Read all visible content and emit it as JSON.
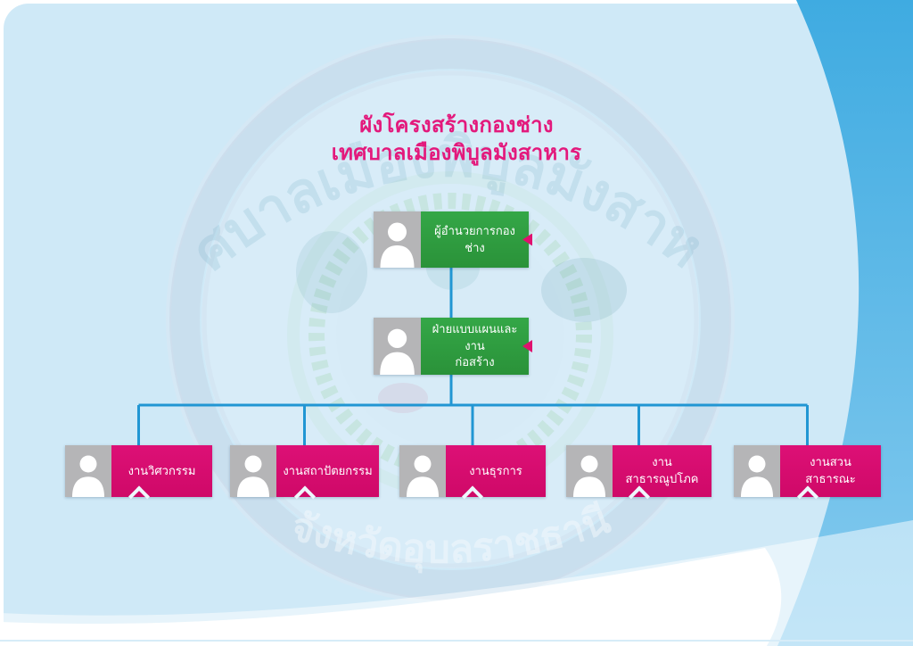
{
  "title": {
    "line1": "ผังโครงสร้างกองช่าง",
    "line2": "เทศบาลเมืองพิบูลมังสาหาร"
  },
  "org_chart": {
    "director": {
      "label": "ผู้อำนวยการกองช่าง"
    },
    "department": {
      "label": "ฝ่ายแบบแผนและงานก่อสร้าง",
      "label_line1": "ฝ่ายแบบแผนและงาน",
      "label_line2": "ก่อสร้าง"
    },
    "sections": [
      {
        "label": "งานวิศวกรรม"
      },
      {
        "label": "งานสถาปัตยกรรม"
      },
      {
        "label": "งานธุรการ"
      },
      {
        "label": "งานสาธารณูปโภค"
      },
      {
        "label": "งานสวนสาธารณะ"
      }
    ]
  },
  "watermark": {
    "top_text": "เทศบาลเมืองพิบูลมังสาหาร",
    "bottom_text": "จังหวัดอุบลราชธานี"
  },
  "colors": {
    "title_pink": "#e3197c",
    "node_green": "#2f9e41",
    "node_pink": "#d60c70",
    "connector_blue": "#2b9fd6",
    "avatar_gray": "#b5b5b7",
    "background_blue": "#cfe9f7",
    "crescent_blue": "#49b0e4",
    "accent_arrow_pink": "#e0116e"
  }
}
